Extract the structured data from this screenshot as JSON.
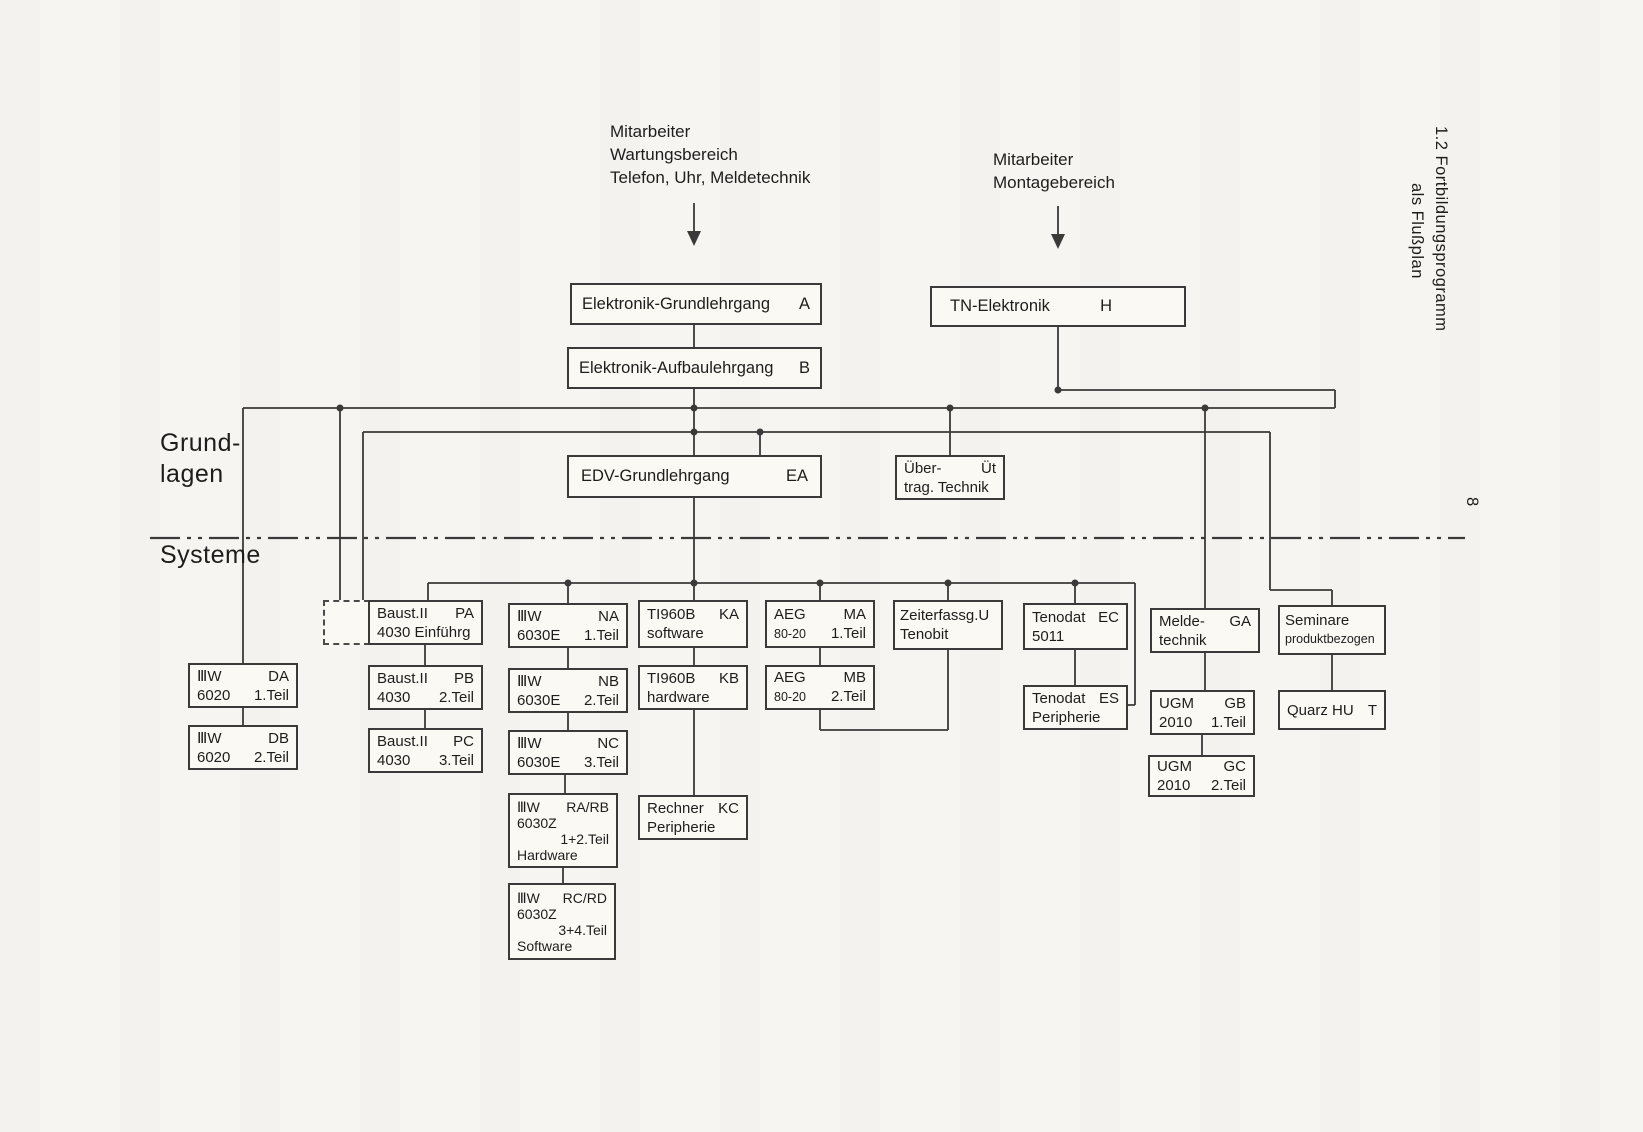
{
  "page": {
    "paper_color": "#f6f5f1",
    "ink_color": "#3a3a3a"
  },
  "side": {
    "title_line1": "1.2  Fortbildungsprogramm",
    "title_line2": "als Flußplan",
    "page_number": "8"
  },
  "labels": {
    "source_left": [
      "Mitarbeiter",
      "Wartungsbereich",
      "Telefon, Uhr, Meldetechnik"
    ],
    "source_right": [
      "Mitarbeiter",
      "Montagebereich"
    ],
    "grundlagen": [
      "Grund-",
      "lagen"
    ],
    "systeme": "Systeme"
  },
  "boxes": {
    "a": {
      "l1l": "Elektronik-Grundlehrgang",
      "l1r": "A"
    },
    "b": {
      "l1l": "Elektronik-Aufbaulehrgang",
      "l1r": "B"
    },
    "h": {
      "l1l": "TN-Elektronik",
      "l1r": "H"
    },
    "ea": {
      "l1l": "EDV-Grundlehrgang",
      "l1r": "EA"
    },
    "uet": {
      "l1l": "Über-",
      "l1r": "Üt",
      "l2l": "trag. Technik"
    },
    "pa": {
      "l1l": "Baust.II",
      "l1r": "PA",
      "l2l": "4030 Einführg"
    },
    "pb": {
      "l1l": "Baust.II",
      "l1r": "PB",
      "l2l": "4030",
      "l2r": "2.Teil"
    },
    "pc": {
      "l1l": "Baust.II",
      "l1r": "PC",
      "l2l": "4030",
      "l2r": "3.Teil"
    },
    "da": {
      "l1l": "ⅢW",
      "l1r": "DA",
      "l2l": "6020",
      "l2r": "1.Teil"
    },
    "db": {
      "l1l": "ⅢW",
      "l1r": "DB",
      "l2l": "6020",
      "l2r": "2.Teil"
    },
    "na": {
      "l1l": "ⅢW",
      "l1r": "NA",
      "l2l": "6030E",
      "l2r": "1.Teil"
    },
    "nb": {
      "l1l": "ⅢW",
      "l1r": "NB",
      "l2l": "6030E",
      "l2r": "2.Teil"
    },
    "nc": {
      "l1l": "ⅢW",
      "l1r": "NC",
      "l2l": "6030E",
      "l2r": "3.Teil"
    },
    "ka": {
      "l1l": "TI960B",
      "l1r": "KA",
      "l2l": "software"
    },
    "kb": {
      "l1l": "TI960B",
      "l1r": "KB",
      "l2l": "hardware"
    },
    "kc": {
      "l1l": "Rechner",
      "l1r": "KC",
      "l2l": "Peripherie"
    },
    "ma": {
      "l1l": "AEG",
      "l1r": "MA",
      "l2l": "80-20",
      "l2r": "1.Teil"
    },
    "mb": {
      "l1l": "AEG",
      "l1r": "MB",
      "l2l": "80-20",
      "l2r": "2.Teil"
    },
    "tenobit": {
      "l1l": "Zeiterfassg.U",
      "l2l": "Tenobit"
    },
    "ec": {
      "l1l": "Tenodat",
      "l1r": "EC",
      "l2l": "5011"
    },
    "es": {
      "l1l": "Tenodat",
      "l1r": "ES",
      "l2l": "Peripherie"
    },
    "ga": {
      "l1l": "Melde-",
      "l1r": "GA",
      "l2l": "technik"
    },
    "gb": {
      "l1l": "UGM",
      "l1r": "GB",
      "l2l": "2010",
      "l2r": "1.Teil"
    },
    "gc": {
      "l1l": "UGM",
      "l1r": "GC",
      "l2l": "2010",
      "l2r": "2.Teil"
    },
    "seminare": {
      "l1l": "Seminare",
      "l2l": "produktbezogen"
    },
    "quarz": {
      "l1l": "Quarz HU",
      "l1r": "T"
    },
    "rarb": {
      "l1l": "ⅢW",
      "l1r": "RA/RB",
      "l2l": "6030Z",
      "l3r": "1+2.Teil",
      "l4l": "Hardware"
    },
    "rcrd": {
      "l1l": "ⅢW",
      "l1r": "RC/RD",
      "l2l": "6030Z",
      "l3r": "3+4.Teil",
      "l4l": "Software"
    }
  }
}
